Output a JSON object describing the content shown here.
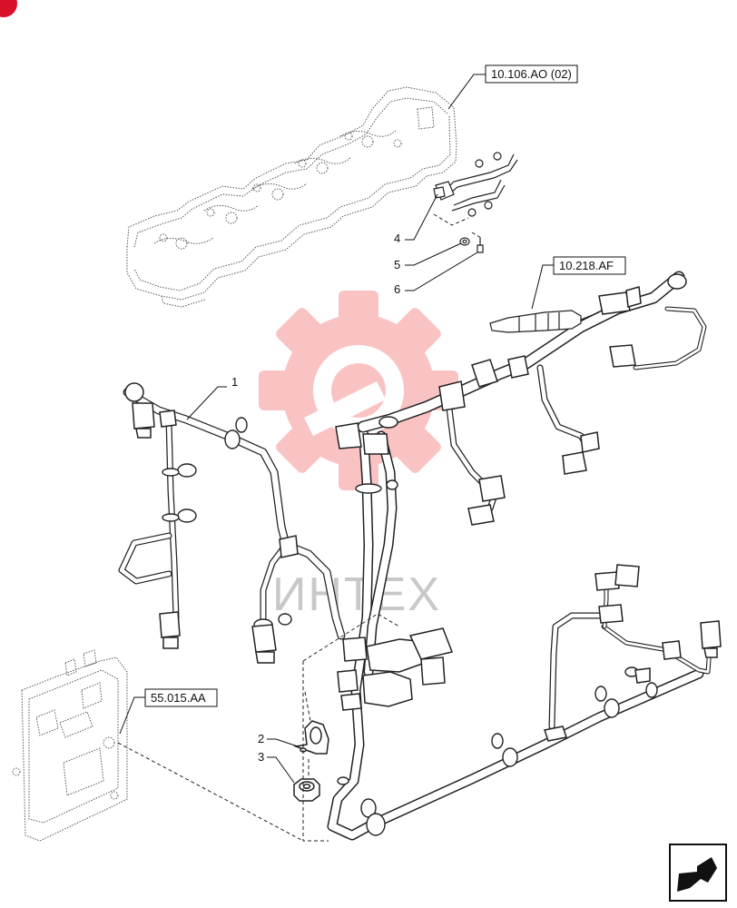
{
  "references": {
    "rocker_cover": "10.106.AO (02)",
    "injector": "10.218.AF",
    "ecu": "55.015.AA"
  },
  "callouts": [
    "1",
    "2",
    "3",
    "4",
    "5",
    "6"
  ],
  "watermark": {
    "text": "ИНТЕХ",
    "icon": "gear-logo-icon",
    "color": "#f04848"
  },
  "corner_badge": {
    "icon": "red-corner-badge-icon",
    "color": "#d8102a"
  },
  "nav": {
    "icon": "next-page-arrow-icon"
  }
}
